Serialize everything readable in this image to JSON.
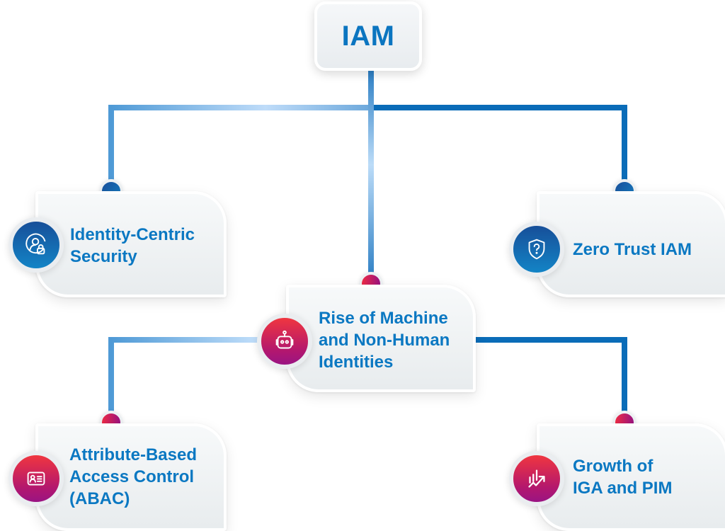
{
  "root": {
    "label": "IAM"
  },
  "colors": {
    "accent_blue": "#0b78c2",
    "line_dark": "#0a6cb8",
    "line_light": "#bcdcf8",
    "badge_blue_top": "#174f99",
    "badge_blue_bottom": "#1384c6",
    "badge_red_top": "#f0363f",
    "badge_red_bottom": "#9a1483"
  },
  "nodes": [
    {
      "id": "identity-centric",
      "label": "Identity-Centric\nSecurity",
      "icon": "user-lock-icon",
      "theme": "blue"
    },
    {
      "id": "zero-trust",
      "label": "Zero Trust IAM",
      "icon": "shield-question-icon",
      "theme": "blue"
    },
    {
      "id": "machine-identities",
      "label": "Rise of Machine\nand Non-Human\nIdentities",
      "icon": "robot-icon",
      "theme": "red"
    },
    {
      "id": "abac",
      "label": "Attribute-Based\nAccess Control\n(ABAC)",
      "icon": "id-card-icon",
      "theme": "red"
    },
    {
      "id": "iga-pim",
      "label": "Growth of\nIGA and PIM",
      "icon": "chart-growth-icon",
      "theme": "red"
    }
  ],
  "edges": [
    {
      "from": "IAM",
      "to": "identity-centric"
    },
    {
      "from": "IAM",
      "to": "zero-trust"
    },
    {
      "from": "IAM",
      "to": "machine-identities"
    },
    {
      "from": "machine-identities",
      "to": "abac"
    },
    {
      "from": "machine-identities",
      "to": "iga-pim"
    }
  ]
}
